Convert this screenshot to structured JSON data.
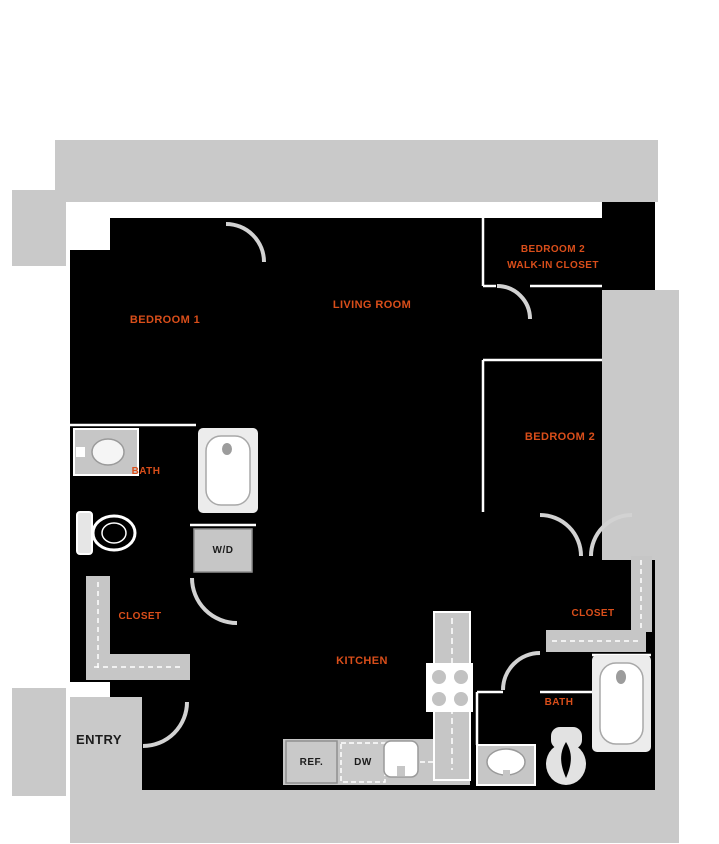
{
  "plan": {
    "type": "apartment-floor-plan",
    "colors": {
      "room_label": "#d94e1a",
      "unit_floor": "#000000",
      "surround_gray": "#c9c9c9",
      "fixture_text": "#1c1c1c"
    },
    "rooms": {
      "bedroom_1": "BEDROOM 1",
      "living_room": "LIVING ROOM",
      "walk_in_closet_line1": "BEDROOM 2",
      "walk_in_closet_line2": "WALK-IN CLOSET",
      "bedroom_2": "BEDROOM 2",
      "bath_1": "BATH",
      "closet_1": "CLOSET",
      "closet_2": "CLOSET",
      "kitchen": "KITCHEN",
      "bath_2": "BATH"
    },
    "appliances": {
      "washer_dryer": "W/D",
      "refrigerator": "REF.",
      "dishwasher": "DW"
    },
    "entry": {
      "label": "ENTRY"
    },
    "icons": [
      "bathtub-icon",
      "toilet-icon",
      "sink-icon",
      "cooktop-icon",
      "door-swing-arc",
      "closet-shelf",
      "kitchen-counter"
    ]
  }
}
